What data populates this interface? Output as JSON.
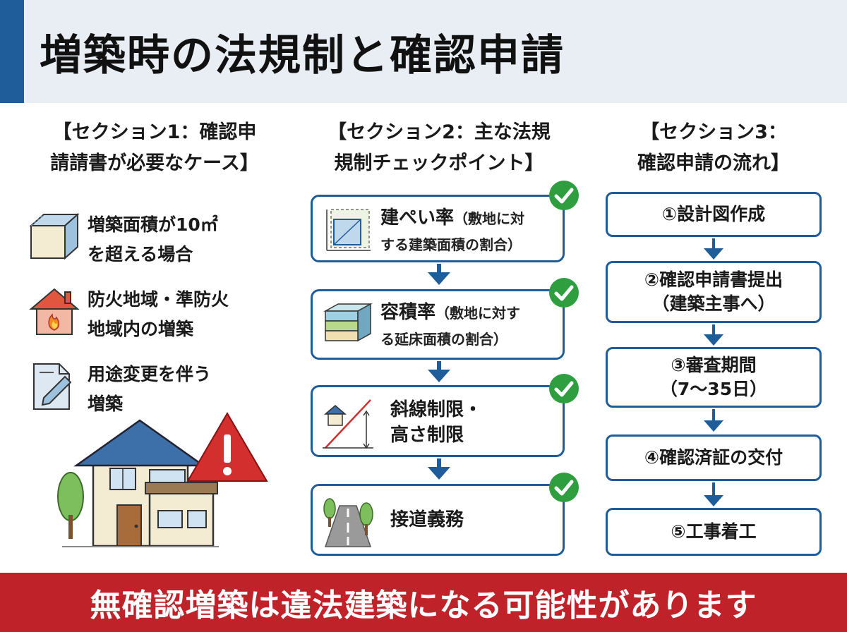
{
  "title": "増築時の法規制と確認申請",
  "section1": {
    "heading_line1": "【セクション1：確認申",
    "heading_line2": "請請書が必要なケース】",
    "items": [
      {
        "line1": "増築面積が10㎡",
        "line2": "を超える場合",
        "icon": "cube-icon"
      },
      {
        "line1": "防火地域・準防火",
        "line2": "地域内の増築",
        "icon": "house-fire-icon"
      },
      {
        "line1": "用途変更を伴う",
        "line2": "増築",
        "icon": "document-pen-icon"
      }
    ]
  },
  "section2": {
    "heading_line1": "【セクション2：主な法規",
    "heading_line2": "規制チェックポイント】",
    "items": [
      {
        "main": "建ぺい率",
        "note1": "（敷地に対",
        "note2": "する建築面積の割合）",
        "icon": "site-plan-icon"
      },
      {
        "main": "容積率",
        "note1": "（敷地に対す",
        "note2": "る延床面積の割合）",
        "icon": "stacked-floors-icon"
      },
      {
        "main": "斜線制限・",
        "note2": "高さ制限",
        "icon": "slant-limit-icon"
      },
      {
        "main": "接道義務",
        "icon": "road-icon"
      }
    ]
  },
  "section3": {
    "heading_line1": "【セクション3：",
    "heading_line2": "確認申請の流れ】",
    "steps": [
      {
        "line1": "①設計図作成"
      },
      {
        "line1": "②確認申請書提出",
        "line2": "（建築主事へ）"
      },
      {
        "line1": "③審査期間",
        "line2": "（7〜35日）"
      },
      {
        "line1": "④確認済証の交付"
      },
      {
        "line1": "⑤工事着工"
      }
    ]
  },
  "footer": "無確認増築は違法建築になる可能性があります",
  "colors": {
    "accent": "#1f5d9a",
    "warning": "#c0222a",
    "check": "#2e9e3f"
  }
}
